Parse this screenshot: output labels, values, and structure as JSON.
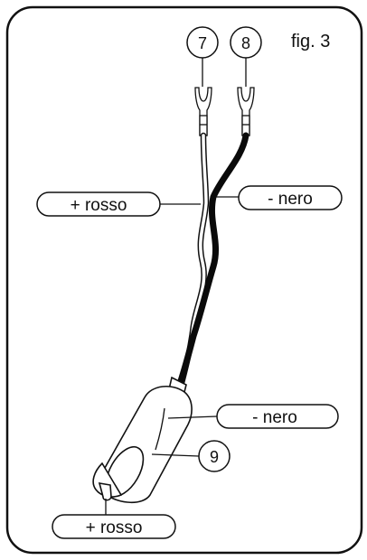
{
  "figure": {
    "caption": "fig. 3"
  },
  "callouts": {
    "c7": "7",
    "c8": "8",
    "c9": "9"
  },
  "labels": {
    "plus_red_top": "+ rosso",
    "minus_black_top": "- nero",
    "minus_black_plug": "- nero",
    "plus_red_tip": "+ rosso"
  },
  "colors": {
    "stroke": "#111111",
    "wire_black": "#0a0a0a",
    "background": "#ffffff"
  }
}
